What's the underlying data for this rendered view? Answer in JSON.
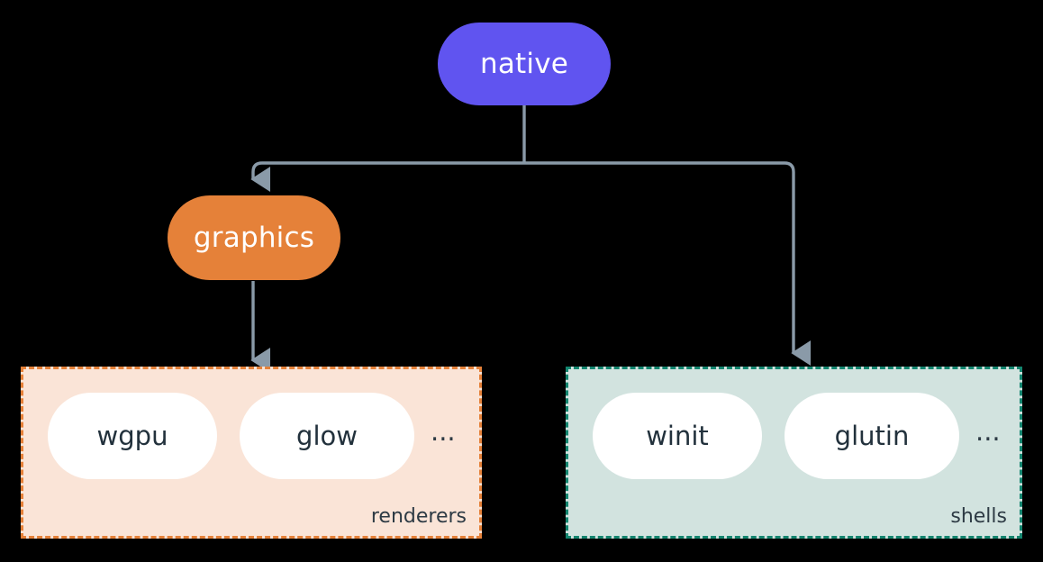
{
  "diagram": {
    "type": "flowchart",
    "background_color": "#000000",
    "root": {
      "label": "native",
      "fill_color": "#6054F0",
      "text_color": "#ffffff"
    },
    "branch": {
      "label": "graphics",
      "fill_color": "#E58139",
      "text_color": "#ffffff"
    },
    "edge_color": "#8A9AA8",
    "groups": [
      {
        "id": "renderers",
        "label": "renderers",
        "fill_color": "#FAE4D7",
        "border_color": "#E58139",
        "border_style": "dashed",
        "items": [
          "wgpu",
          "glow"
        ],
        "overflow": "..."
      },
      {
        "id": "shells",
        "label": "shells",
        "fill_color": "#D2E3DF",
        "border_color": "#13856F",
        "border_style": "dashed",
        "items": [
          "winit",
          "glutin"
        ],
        "overflow": "..."
      }
    ],
    "connections": [
      {
        "from": "native",
        "to": "graphics"
      },
      {
        "from": "native",
        "to": "shells"
      },
      {
        "from": "graphics",
        "to": "renderers"
      }
    ]
  }
}
